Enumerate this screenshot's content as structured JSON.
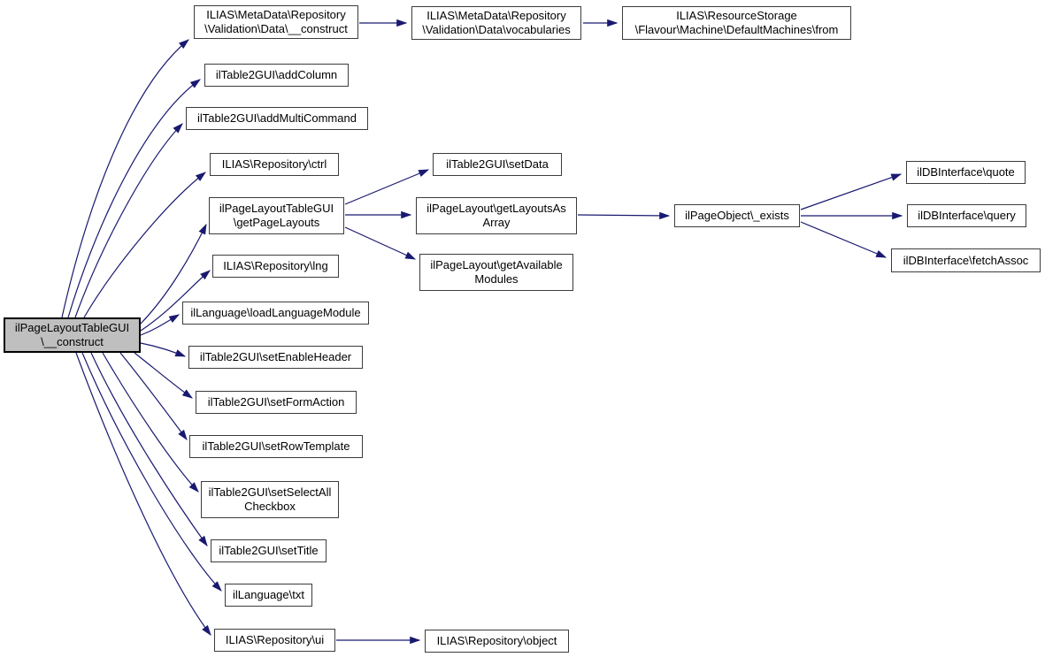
{
  "diagram": {
    "type": "call-graph",
    "colors": {
      "edge": "#191970",
      "node_border": "#3c3c3c",
      "node_fill": "#ffffff",
      "root_fill": "#bfbfbf",
      "text": "#000000"
    },
    "nodes": {
      "root": {
        "label": "ilPageLayoutTableGUI\n\\__construct"
      },
      "mdConstruct": {
        "label": "ILIAS\\MetaData\\Repository\n\\Validation\\Data\\__construct"
      },
      "mdVocabularies": {
        "label": "ILIAS\\MetaData\\Repository\n\\Validation\\Data\\vocabularies"
      },
      "rsFrom": {
        "label": "ILIAS\\ResourceStorage\n\\Flavour\\Machine\\DefaultMachines\\from"
      },
      "addColumn": {
        "label": "ilTable2GUI\\addColumn"
      },
      "addMultiCommand": {
        "label": "ilTable2GUI\\addMultiCommand"
      },
      "ctrl": {
        "label": "ILIAS\\Repository\\ctrl"
      },
      "setData": {
        "label": "ilTable2GUI\\setData"
      },
      "getPageLayouts": {
        "label": "ilPageLayoutTableGUI\n\\getPageLayouts"
      },
      "getLayoutsAsArray": {
        "label": "ilPageLayout\\getLayoutsAs\nArray"
      },
      "getAvailableModules": {
        "label": "ilPageLayout\\getAvailable\nModules"
      },
      "exists": {
        "label": "ilPageObject\\_exists"
      },
      "quote": {
        "label": "ilDBInterface\\quote"
      },
      "query": {
        "label": "ilDBInterface\\query"
      },
      "fetchAssoc": {
        "label": "ilDBInterface\\fetchAssoc"
      },
      "lng": {
        "label": "ILIAS\\Repository\\lng"
      },
      "loadLanguageModule": {
        "label": "ilLanguage\\loadLanguageModule"
      },
      "setEnableHeader": {
        "label": "ilTable2GUI\\setEnableHeader"
      },
      "setFormAction": {
        "label": "ilTable2GUI\\setFormAction"
      },
      "setRowTemplate": {
        "label": "ilTable2GUI\\setRowTemplate"
      },
      "setSelectAllCheckbox": {
        "label": "ilTable2GUI\\setSelectAll\nCheckbox"
      },
      "setTitle": {
        "label": "ilTable2GUI\\setTitle"
      },
      "txt": {
        "label": "ilLanguage\\txt"
      },
      "ui": {
        "label": "ILIAS\\Repository\\ui"
      },
      "object": {
        "label": "ILIAS\\Repository\\object"
      }
    },
    "edges": [
      {
        "from": "root",
        "to": "mdConstruct"
      },
      {
        "from": "root",
        "to": "addColumn"
      },
      {
        "from": "root",
        "to": "addMultiCommand"
      },
      {
        "from": "root",
        "to": "ctrl"
      },
      {
        "from": "root",
        "to": "getPageLayouts"
      },
      {
        "from": "root",
        "to": "lng"
      },
      {
        "from": "root",
        "to": "loadLanguageModule"
      },
      {
        "from": "root",
        "to": "setEnableHeader"
      },
      {
        "from": "root",
        "to": "setFormAction"
      },
      {
        "from": "root",
        "to": "setRowTemplate"
      },
      {
        "from": "root",
        "to": "setSelectAllCheckbox"
      },
      {
        "from": "root",
        "to": "setTitle"
      },
      {
        "from": "root",
        "to": "txt"
      },
      {
        "from": "root",
        "to": "ui"
      },
      {
        "from": "mdConstruct",
        "to": "mdVocabularies"
      },
      {
        "from": "mdVocabularies",
        "to": "rsFrom"
      },
      {
        "from": "getPageLayouts",
        "to": "setData"
      },
      {
        "from": "getPageLayouts",
        "to": "getLayoutsAsArray"
      },
      {
        "from": "getPageLayouts",
        "to": "getAvailableModules"
      },
      {
        "from": "getLayoutsAsArray",
        "to": "exists"
      },
      {
        "from": "exists",
        "to": "quote"
      },
      {
        "from": "exists",
        "to": "query"
      },
      {
        "from": "exists",
        "to": "fetchAssoc"
      },
      {
        "from": "ui",
        "to": "object"
      }
    ]
  }
}
